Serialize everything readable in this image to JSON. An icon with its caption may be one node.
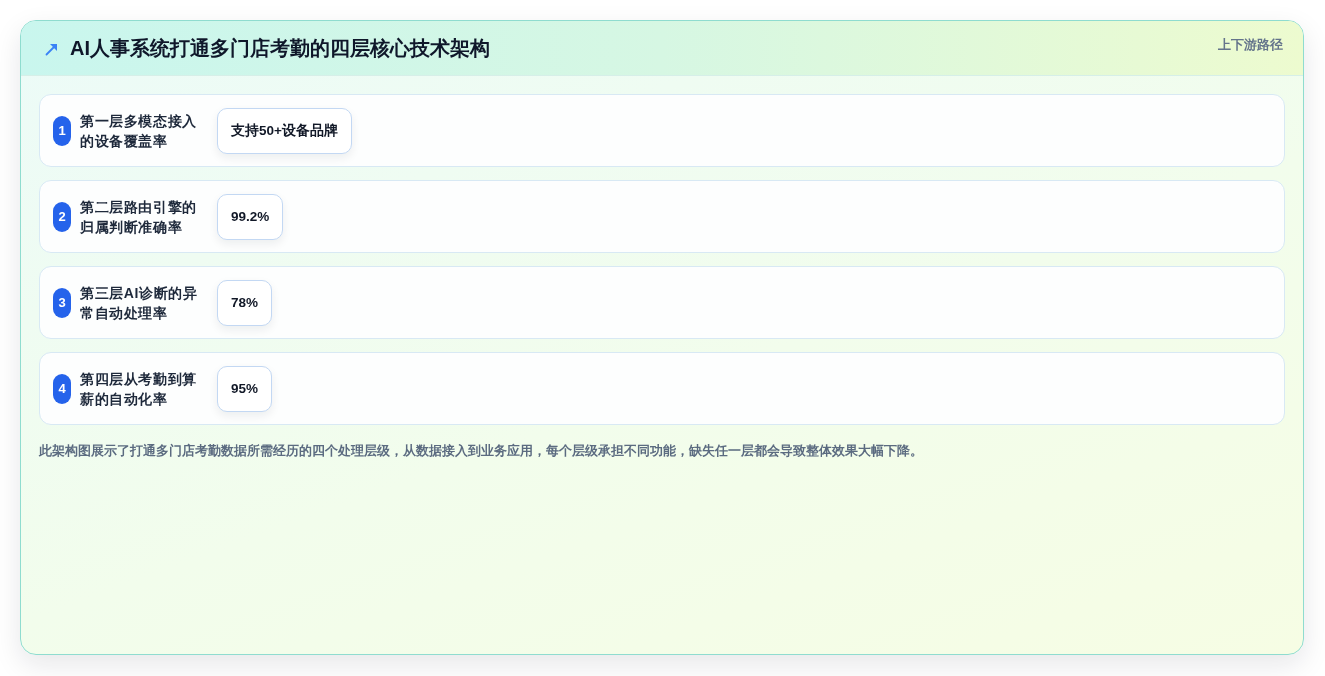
{
  "diagram": {
    "title": "AI人事系统打通多门店考勤的四层核心技术架构",
    "caption": "此架构图展示了打通多门店考勤数据所需经历的四个处理层级，从数据接入到业务应用，每个层级承担不同功能，缺失任一层都会导致整体效果大幅下降。",
    "nodes": [
      {
        "text": [
          "第一层多模态接入的设备覆盖率"
        ]
      },
      {
        "text": [
          "1"
        ],
        "in": 0
      },
      {
        "text": [
          "支持50+设备品牌"
        ],
        "in": 0
      },
      {
        "text": [
          "第二层路由引擎的归属判断准确率"
        ]
      },
      {
        "text": [
          "2"
        ],
        "in": 3
      },
      {
        "text": [
          "99.2%"
        ],
        "in": 3
      },
      {
        "text": [
          "第三层AI诊断的异常自动处理率"
        ]
      },
      {
        "text": [
          "3"
        ],
        "in": 6
      },
      {
        "text": [
          "78%"
        ],
        "in": 6
      },
      {
        "text": [
          "第四层从考勤到算薪的自动化率"
        ]
      },
      {
        "text": [
          "4"
        ],
        "in": 9
      },
      {
        "text": [
          "95%"
        ],
        "in": 9
      }
    ],
    "labels": [
      "上下游路径"
    ]
  }
}
